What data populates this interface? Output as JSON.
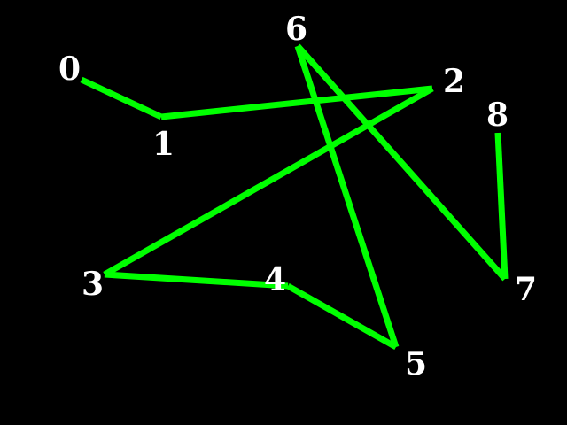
{
  "colors": {
    "background": "#000000",
    "line": "#00ff00",
    "label": "#ffffff"
  },
  "labels": [
    "0",
    "1",
    "2",
    "3",
    "4",
    "5",
    "6",
    "7",
    "8"
  ]
}
